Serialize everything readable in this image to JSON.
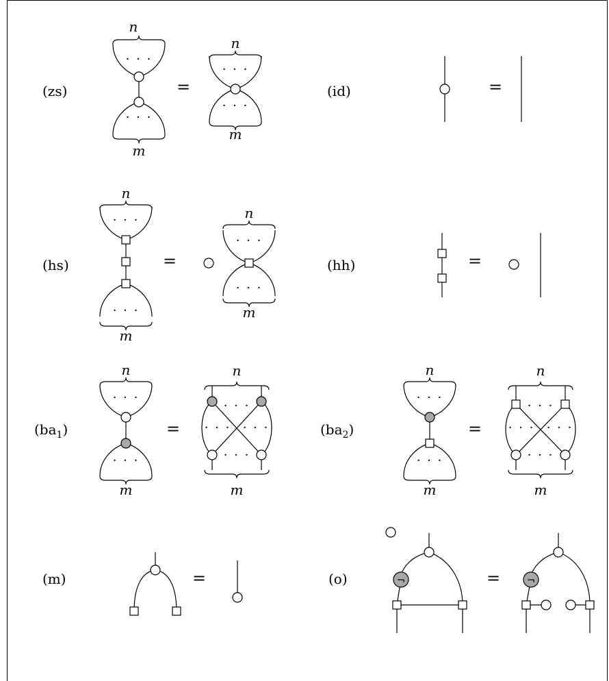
{
  "rules": {
    "zs": "(zs)",
    "id": "(id)",
    "hs": "(hs)",
    "hh": "(hh)",
    "ba1": "(ba",
    "ba1_sub": "1",
    "ba2": "(ba",
    "ba2_sub": "2",
    "m": "(m)",
    "o": "(o)",
    "close_paren": ")"
  },
  "symbols": {
    "equals": "=",
    "n": "n",
    "m": "m",
    "dots": "· · ·",
    "negation": "¬"
  },
  "colors": {
    "stroke": "#000000",
    "white_node": "#ffffff",
    "gray_node": "#a8a8a8"
  }
}
